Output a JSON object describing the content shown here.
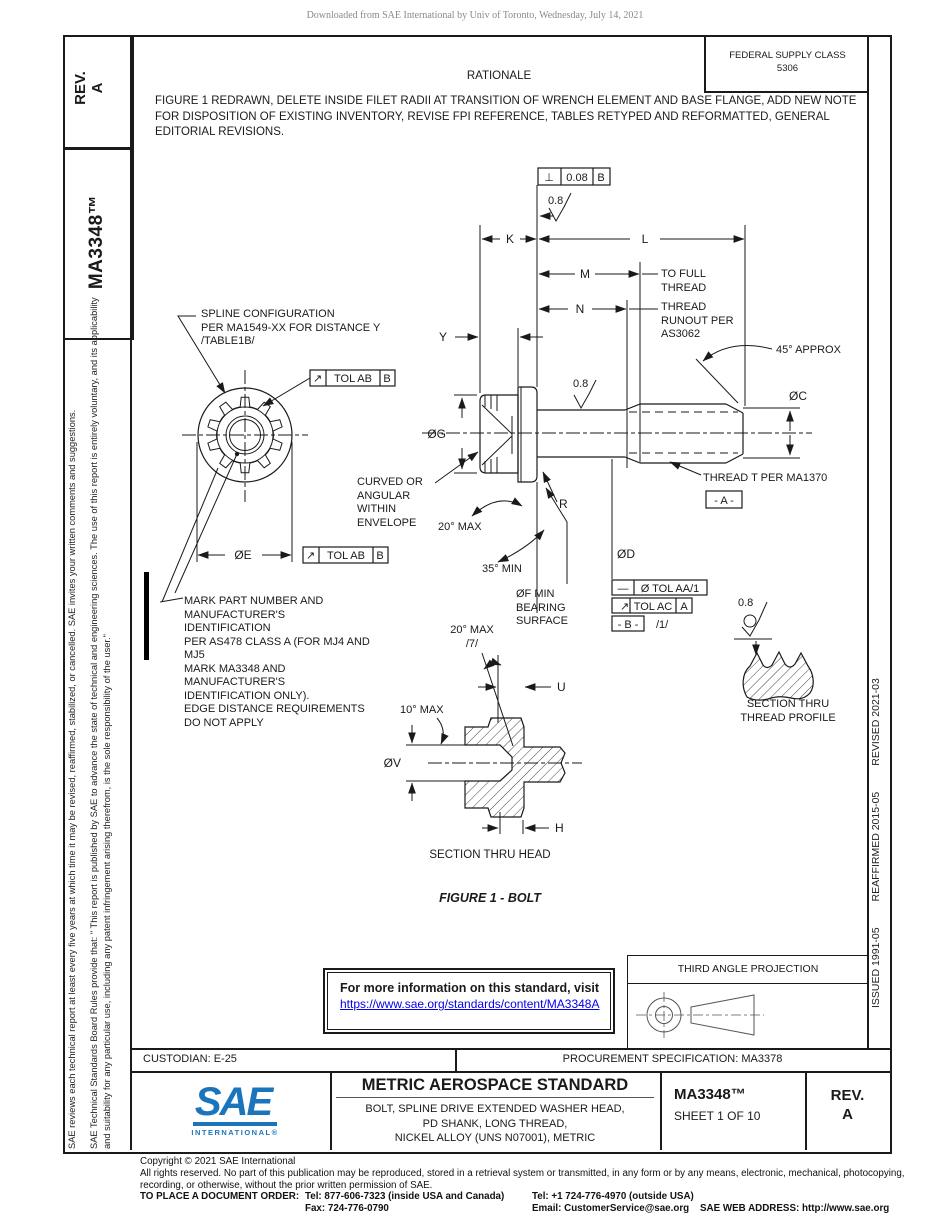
{
  "page": {
    "download_note": "Downloaded from SAE International by Univ of Toronto, Wednesday, July 14, 2021"
  },
  "sidebar": {
    "rev_label": "REV.",
    "rev_value": "A",
    "doc_number": "MA3348™",
    "disclaimer_1": "SAE Technical Standards Board Rules provide that: \" This report is published by SAE to advance the state of technical and engineering sciences. The use of this report is entirely voluntary, and its applicability and suitability for any particular use, including any patent infringement arising therefrom, is the sole responsibility of the user.\"",
    "disclaimer_2": "SAE reviews each technical report at least every five years at which time it may be revised, reaffirmed, stabilized, or cancelled. SAE invites your written comments and suggestions."
  },
  "revision_strip": {
    "issued": "ISSUED 1991-05",
    "reaffirmed": "REAFFIRMED 2015-05",
    "revised": "REVISED 2021-03"
  },
  "header": {
    "rationale_title": "RATIONALE",
    "rationale_text": "FIGURE 1 REDRAWN, DELETE INSIDE FILET RADII AT TRANSITION OF WRENCH ELEMENT AND BASE FLANGE, ADD NEW NOTE FOR DISPOSITION OF EXISTING INVENTORY, REVISE FPI REFERENCE, TABLES RETYPED AND REFORMATTED, GENERAL EDITORIAL REVISIONS.",
    "federal_supply_class_label": "FEDERAL SUPPLY CLASS",
    "federal_supply_class_value": "5306"
  },
  "drawing": {
    "perp_frame": {
      "sym": "⊥",
      "tol": "0.08",
      "datum": "B"
    },
    "finish": "0.8",
    "dims": {
      "k": "K",
      "l": "L",
      "m": "M",
      "n": "N",
      "y": "Y",
      "u": "U",
      "h": "H"
    },
    "dias": {
      "c": "ØC",
      "d": "ØD",
      "e": "ØE",
      "g": "ØG",
      "v": "ØV"
    },
    "r_label": "R",
    "angles": {
      "deg45": "45° APPROX",
      "deg20": "20° MAX",
      "deg35": "35° MIN",
      "deg10": "10° MAX"
    },
    "datums": {
      "a": "- A -",
      "b": "- B -",
      "note1": "/1/"
    },
    "tol_frames": {
      "straight_sym": "—",
      "straight": "Ø TOL AA/1",
      "runout_sym": "↗",
      "runout": "TOL AC",
      "runout_datum": "A",
      "ab_sym": "↗",
      "ab": "TOL AB",
      "ab_datum": "B"
    },
    "notes": {
      "spline": "SPLINE CONFIGURATION\nPER MA1549-XX FOR DISTANCE Y\n/TABLE1B/",
      "to_full_thread": "TO FULL\nTHREAD",
      "thread_runout": "THREAD\nRUNOUT PER\nAS3062",
      "curved": "CURVED OR\nANGULAR\nWITHIN\nENVELOPE",
      "bearing": "ØF MIN\nBEARING\nSURFACE",
      "mark": "MARK PART NUMBER AND\nMANUFACTURER'S IDENTIFICATION\nPER AS478 CLASS A (FOR MJ4 AND MJ5\nMARK MA3348 AND MANUFACTURER'S\nIDENTIFICATION ONLY).\nEDGE DISTANCE REQUIREMENTS\nDO NOT APPLY",
      "thread_t": "THREAD T PER MA1370",
      "deg20_sec": "20° MAX\n/7/"
    },
    "captions": {
      "section_head": "SECTION THRU HEAD",
      "section_thread": "SECTION THRU\nTHREAD PROFILE",
      "figure": "FIGURE 1 - BOLT"
    }
  },
  "info_box": {
    "line1": "For more information on this standard, visit",
    "link": "https://www.sae.org/standards/content/MA3348A"
  },
  "projection_box": {
    "title": "THIRD ANGLE PROJECTION"
  },
  "footer_rows": {
    "custodian": "CUSTODIAN: E-25",
    "procurement": "PROCUREMENT SPECIFICATION: MA3378"
  },
  "title_block": {
    "logo_text": "SAE",
    "logo_sub": "INTERNATIONAL®",
    "standard_type": "METRIC AEROSPACE STANDARD",
    "title": "BOLT, SPLINE DRIVE EXTENDED WASHER HEAD,\nPD SHANK, LONG THREAD,\nNICKEL ALLOY (UNS N07001), METRIC",
    "doc_number": "MA3348™",
    "sheet": "SHEET 1 OF 10",
    "rev_label": "REV.",
    "rev_value": "A"
  },
  "legal": {
    "copyright": "Copyright © 2021 SAE International",
    "rights": "All rights reserved. No part of this publication may be reproduced, stored in a retrieval system or transmitted, in any form or by any means, electronic, mechanical, photocopying, recording, or otherwise, without the prior written permission of SAE.",
    "order_label": "TO PLACE A DOCUMENT ORDER:",
    "tel_inside": "Tel: 877-606-7323 (inside USA and Canada)",
    "tel_outside": "Tel: +1 724-776-4970 (outside USA)",
    "fax": "Fax: 724-776-0790",
    "email": "Email: CustomerService@sae.org",
    "web": "SAE WEB ADDRESS: http://www.sae.org"
  },
  "colors": {
    "link_blue": "#1155cc",
    "logo_blue": "#1b75bc",
    "line": "#1a1a1a"
  }
}
